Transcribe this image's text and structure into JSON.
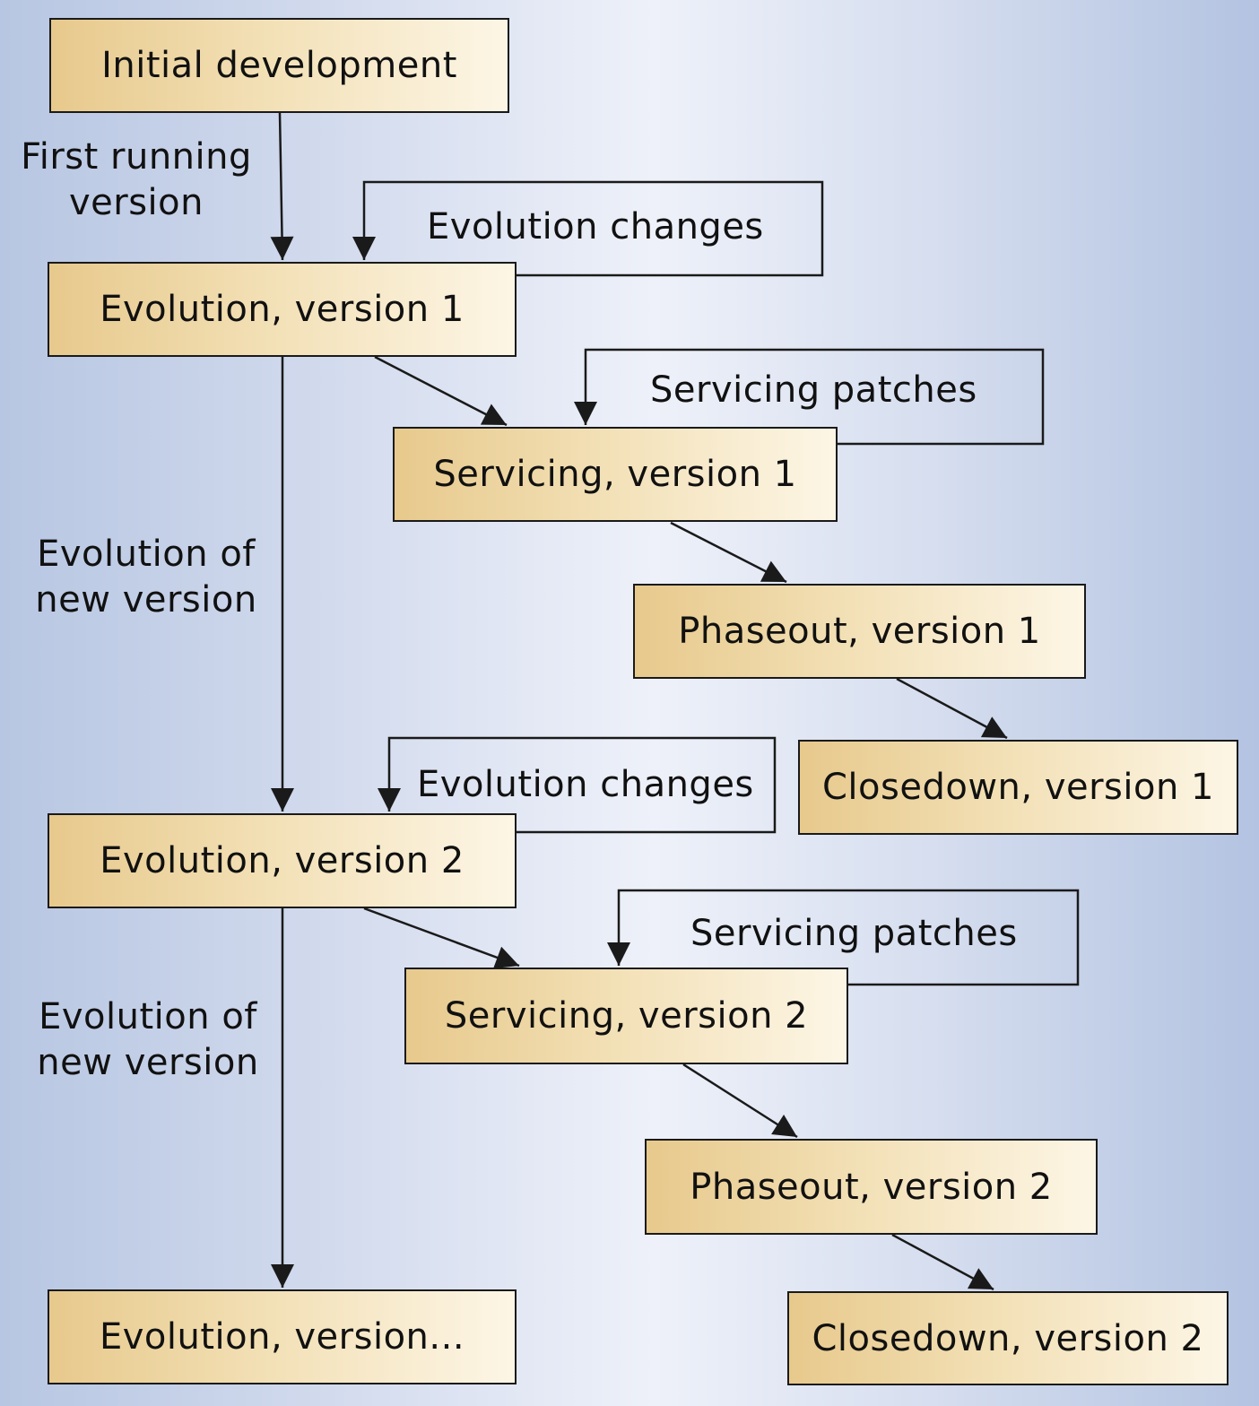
{
  "boxes": {
    "initial_development": "Initial development",
    "evolution_v1": "Evolution, version 1",
    "servicing_v1": "Servicing, version 1",
    "phaseout_v1": "Phaseout, version 1",
    "closedown_v1": "Closedown, version 1",
    "evolution_v2": "Evolution, version 2",
    "servicing_v2": "Servicing, version 2",
    "phaseout_v2": "Phaseout, version 2",
    "closedown_v2": "Closedown, version 2",
    "evolution_vn": "Evolution, version..."
  },
  "labels": {
    "first_running_version": [
      "First running",
      "version"
    ],
    "evolution_changes_1": "Evolution changes",
    "servicing_patches_1": "Servicing patches",
    "evolution_of_new_version_1": [
      "Evolution of",
      "new version"
    ],
    "evolution_changes_2": "Evolution changes",
    "servicing_patches_2": "Servicing patches",
    "evolution_of_new_version_2": [
      "Evolution of",
      "new version"
    ]
  },
  "colors": {
    "box_fill_start": "#e7c98c",
    "box_fill_end": "#fdf6e6",
    "background_edge": "#b7c6e2",
    "background_center": "#eef1f9",
    "line": "#1a1a1a"
  }
}
